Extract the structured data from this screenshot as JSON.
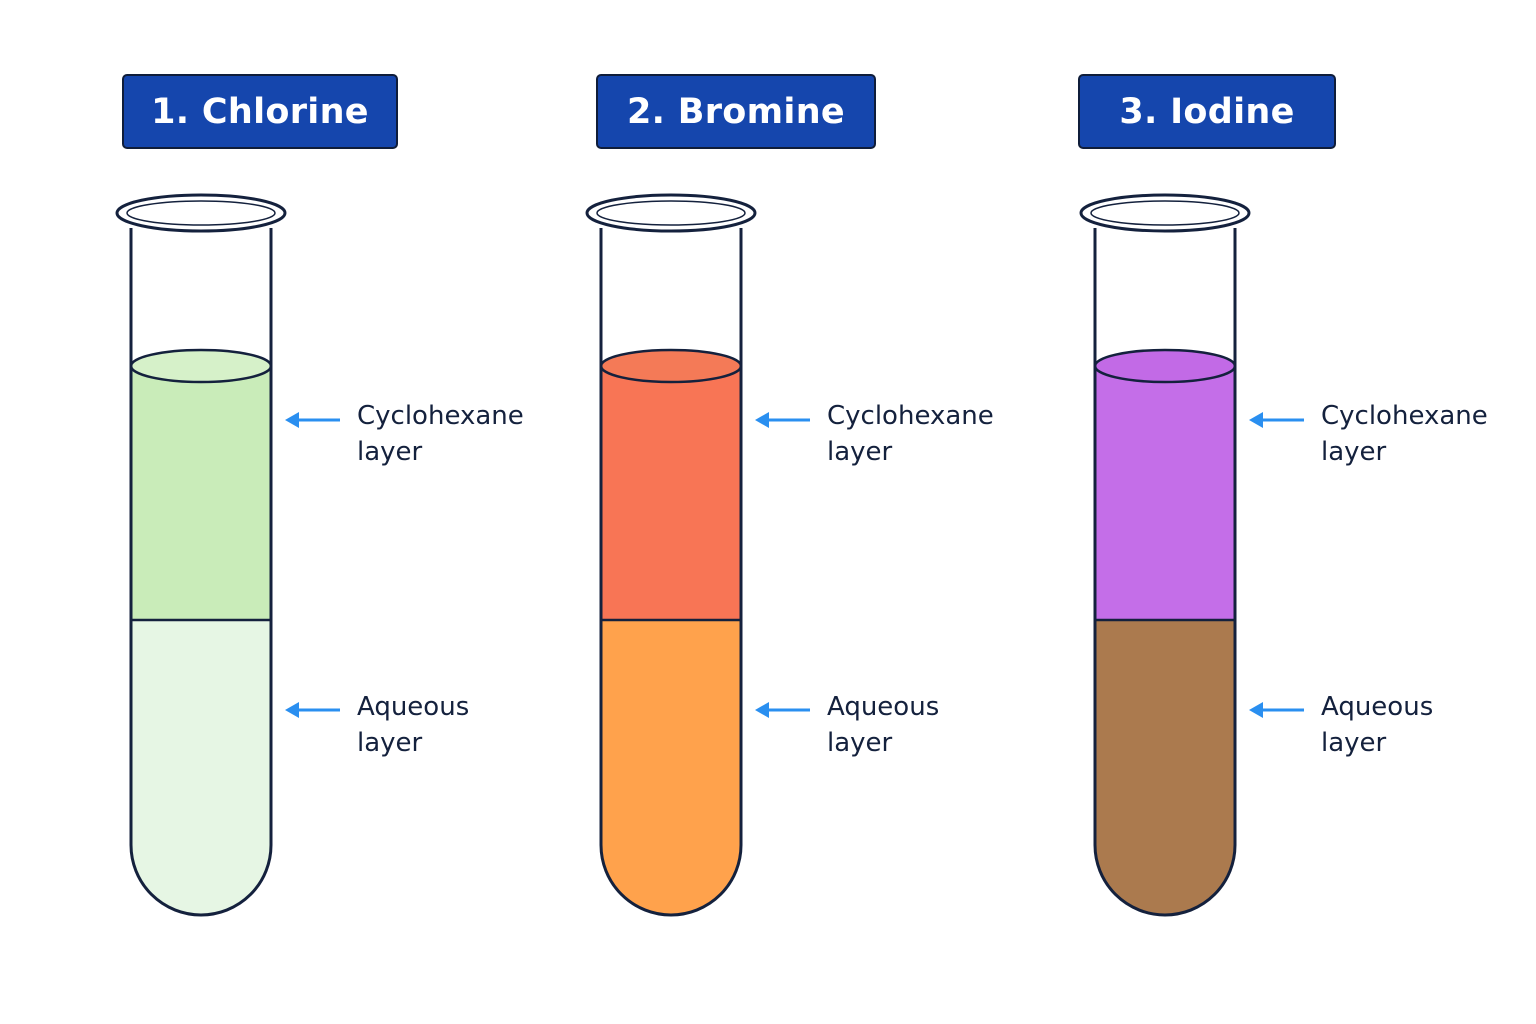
{
  "colors": {
    "title_bg": "#1546ad",
    "outline": "#14213d",
    "arrow": "#2a8ff0"
  },
  "tubes": [
    {
      "title": "1. Chlorine",
      "upper_label_line1": "Cyclohexane",
      "upper_label_line2": "layer",
      "lower_label_line1": "Aqueous",
      "lower_label_line2": "layer",
      "upper_color": "#c9ecb9",
      "upper_top_color": "#d6f1c9",
      "lower_color": "#e6f6e4"
    },
    {
      "title": "2. Bromine",
      "upper_label_line1": "Cyclohexane",
      "upper_label_line2": "layer",
      "lower_label_line1": "Aqueous",
      "lower_label_line2": "layer",
      "upper_color": "#f87555",
      "upper_top_color": "#f47a57",
      "lower_color": "#ffa24c"
    },
    {
      "title": "3. Iodine",
      "upper_label_line1": "Cyclohexane",
      "upper_label_line2": "layer",
      "lower_label_line1": "Aqueous",
      "lower_label_line2": "layer",
      "upper_color": "#c46ee8",
      "upper_top_color": "#c26ae6",
      "lower_color": "#ab7a4e"
    }
  ]
}
